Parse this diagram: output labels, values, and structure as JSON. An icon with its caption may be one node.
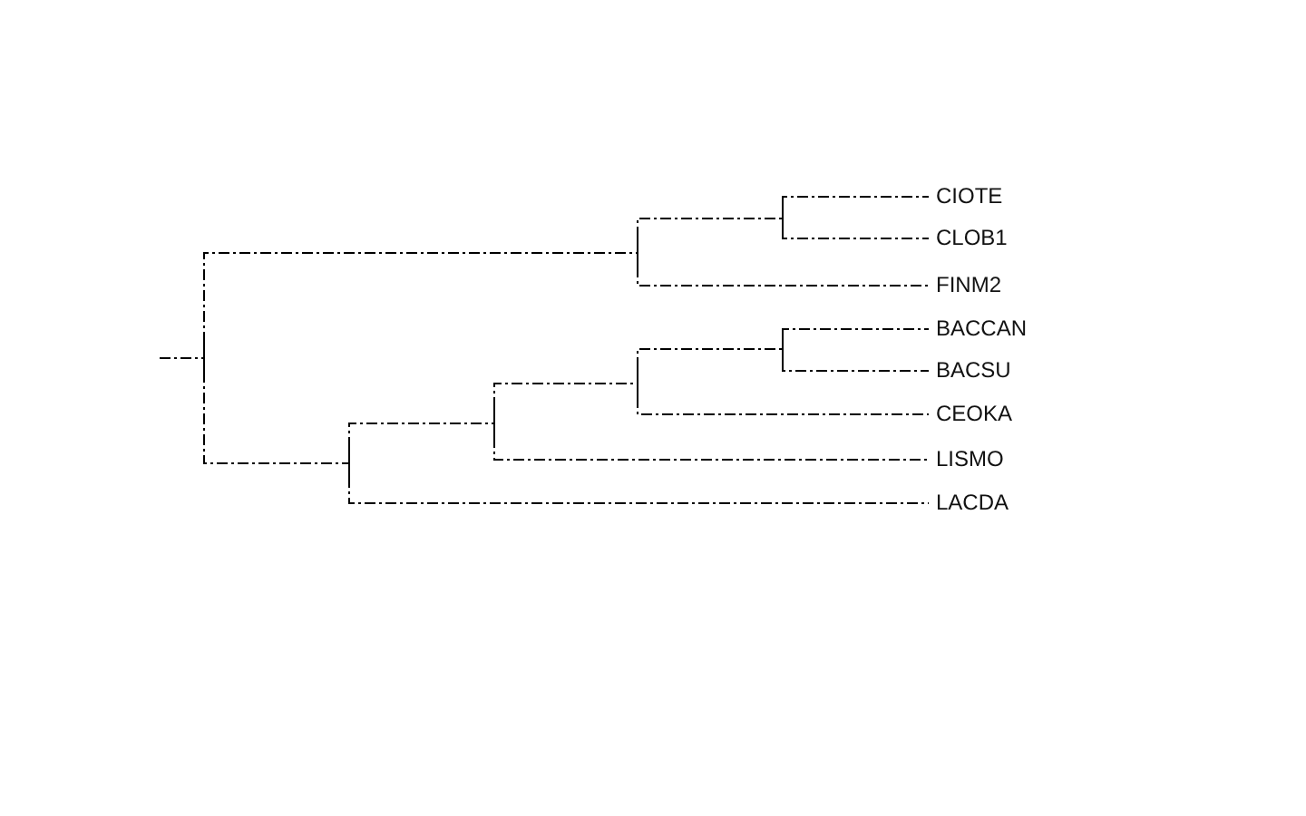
{
  "diagram": {
    "nodes": [
      {
        "text": [],
        "shape": "bar"
      },
      {
        "text": [],
        "shape": "bar"
      },
      {
        "text": [],
        "shape": "bar"
      },
      {
        "text": [
          "CIOTE"
        ]
      },
      {
        "text": [
          "CLOB1"
        ]
      },
      {
        "text": [
          "FINM2"
        ]
      },
      {
        "text": [],
        "shape": "bar"
      },
      {
        "text": [],
        "shape": "bar"
      },
      {
        "text": [],
        "shape": "bar"
      },
      {
        "text": [],
        "shape": "bar"
      },
      {
        "text": [
          "BACCAN"
        ]
      },
      {
        "text": [
          "BACSU"
        ]
      },
      {
        "text": [
          "CEOKA"
        ]
      },
      {
        "text": [
          "LISMO"
        ]
      },
      {
        "text": [
          "LACDA"
        ]
      }
    ],
    "edges": [
      {
        "from": null,
        "to": 0,
        "arrow": "none"
      },
      {
        "from": 0,
        "to": 1,
        "arrow": "none"
      },
      {
        "from": 1,
        "to": 2,
        "arrow": "none"
      },
      {
        "from": 2,
        "to": 3,
        "arrow": "none"
      },
      {
        "from": 2,
        "to": 4,
        "arrow": "none"
      },
      {
        "from": 1,
        "to": 5,
        "arrow": "none"
      },
      {
        "from": 0,
        "to": 6,
        "arrow": "none"
      },
      {
        "from": 6,
        "to": 7,
        "arrow": "none"
      },
      {
        "from": 7,
        "to": 8,
        "arrow": "none"
      },
      {
        "from": 8,
        "to": 9,
        "arrow": "none"
      },
      {
        "from": 9,
        "to": 10,
        "arrow": "none"
      },
      {
        "from": 9,
        "to": 11,
        "arrow": "none"
      },
      {
        "from": 8,
        "to": 12,
        "arrow": "none"
      },
      {
        "from": 7,
        "to": 13,
        "arrow": "none"
      },
      {
        "from": 6,
        "to": 14,
        "arrow": "none"
      }
    ]
  }
}
